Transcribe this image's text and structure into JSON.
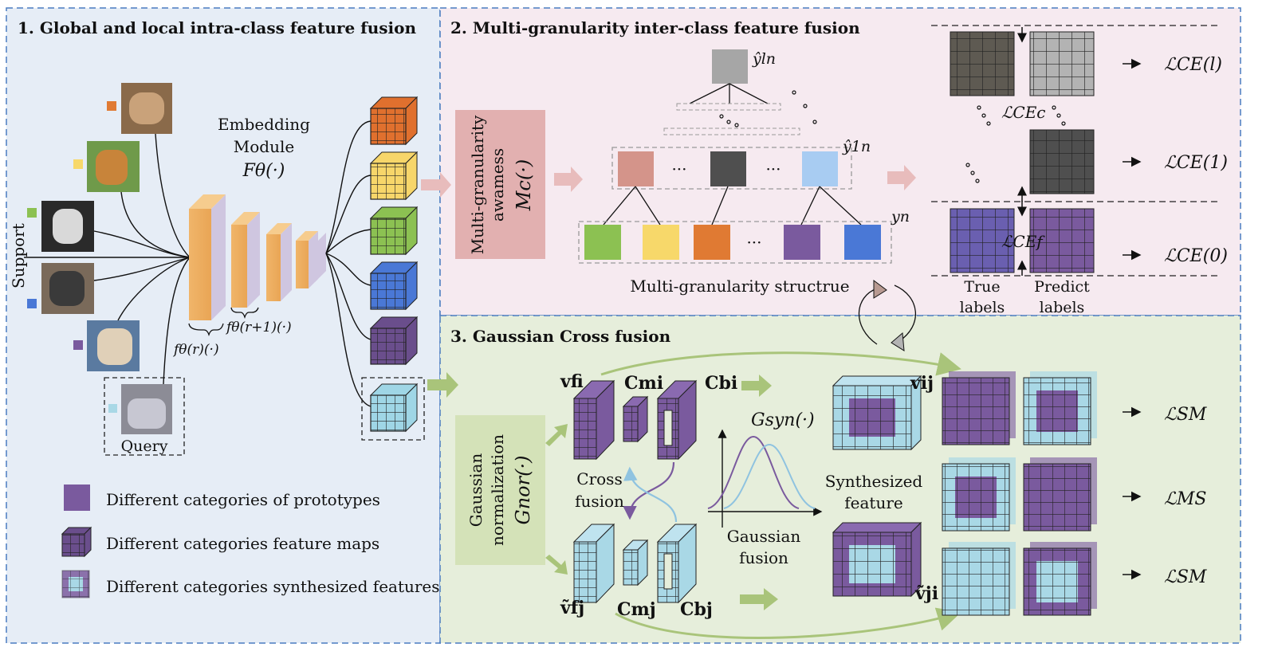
{
  "panels": {
    "p1_title": "1. Global and local intra-class feature fusion",
    "p2_title": "2. Multi-granularity inter-class feature fusion",
    "p3_title": "3. Gaussian Cross fusion"
  },
  "panel1": {
    "support_label": "Support",
    "query_label": "Query",
    "embedding_line1": "Embedding",
    "embedding_line2": "Module",
    "f_theta": "Fθ(·)",
    "f_r": "fθ(r)(·)",
    "f_r1": "fθ(r+1)(·)",
    "support_colors": [
      "#e07a33",
      "#f7d86a",
      "#8cc152",
      "#4a78d6",
      "#7a5a9e"
    ],
    "query_color": "#a9d8e6",
    "feature_map_colors": [
      "#e0702e",
      "#f7d66a",
      "#8cc152",
      "#4a78d6",
      "#6a4e8c",
      "#9fd6e6"
    ],
    "legend": {
      "prototypes": "Different categories of prototypes",
      "feature_maps": "Different categories feature maps",
      "synthesized": "Different categories synthesized features"
    }
  },
  "panel2": {
    "mg_line1": "Multi-granularity",
    "mg_line2": "awamess",
    "mc": "Mc(·)",
    "y_ln": "ŷln",
    "y_1n": "ŷ1n",
    "y_n": "yn",
    "structure_label": "Multi-granularity structrue",
    "true_line1": "True",
    "true_line2": "labels",
    "pred_line1": "Predict",
    "pred_line2": "labels",
    "loss_l": "ℒCE(l)",
    "loss_c": "ℒCEc",
    "loss_1": "ℒCE(1)",
    "loss_f": "ℒCEf",
    "loss_0": "ℒCE(0)",
    "dots": "···",
    "mid_colors": [
      "#d4948a",
      "#4f4f4f",
      "#a8ccf2"
    ],
    "leaf_colors": [
      "#8cc152",
      "#f7d86a",
      "#e07a33",
      "#7a5a9e",
      "#4a78d6"
    ],
    "top_color": "#a6a6a6"
  },
  "panel3": {
    "gn_line1": "Gaussian",
    "gn_line2": "normalization",
    "gnor": "Gnor(·)",
    "v_fi": "vfi",
    "c_mi": "Cmi",
    "c_bi": "Cbi",
    "v_fj": "ṽfj",
    "c_mj": "Cmj",
    "c_bj": "Cbj",
    "cross_line1": "Cross",
    "cross_line2": "fusion",
    "gaussian_line1": "Gaussian",
    "gaussian_line2": "fusion",
    "gsyn": "Gsyn(·)",
    "synth_line1": "Synthesized",
    "synth_line2": "feature",
    "v_ij": "vij",
    "v_ji": "ṽji",
    "loss_sm1": "ℒSM",
    "loss_ms": "ℒMS",
    "loss_sm2": "ℒSM"
  }
}
